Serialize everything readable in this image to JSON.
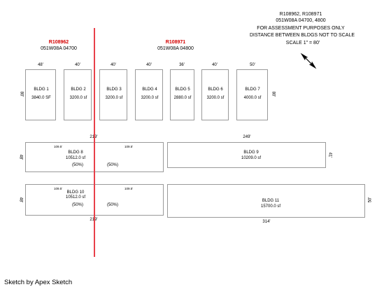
{
  "header": {
    "parcels_line": "R108962, R108971",
    "map_line": "051W08A 04700, 4800",
    "note_line": "FOR ASSESSMENT PURPOSES ONLY",
    "distance_line": "DISTANCE BETWEEN BLDGS NOT TO SCALE",
    "scale_line": "SCALE 1\" = 80'"
  },
  "parcels": [
    {
      "id": "R108962",
      "map": "051W08A 04700"
    },
    {
      "id": "R108971",
      "map": "051W08A 04800"
    }
  ],
  "buildings": [
    {
      "name": "BLDG 1",
      "area": "3840.0 SF",
      "top_dim": "48'",
      "side_dim": "80'"
    },
    {
      "name": "BLDG 2",
      "area": "3200.0 sf",
      "top_dim": "40'"
    },
    {
      "name": "BLDG 3",
      "area": "3200.0 sf",
      "top_dim": "40'"
    },
    {
      "name": "BLDG 4",
      "area": "3200.0 sf",
      "top_dim": "40'"
    },
    {
      "name": "BLDG 5",
      "area": "2880.0 sf",
      "top_dim": "36'"
    },
    {
      "name": "BLDG 6",
      "area": "3200.0 sf",
      "top_dim": "40'"
    },
    {
      "name": "BLDG 7",
      "area": "4000.0 sf",
      "top_dim": "50'",
      "side_dim": "80'"
    },
    {
      "name": "BLDG 8",
      "area": "10512.0 sf",
      "top_dim": "219'",
      "side_dim": "48'",
      "split_left": "(50%)",
      "split_right": "(50%)",
      "half_dim_left": "109.5'",
      "half_dim_right": "109.5'"
    },
    {
      "name": "BLDG 9",
      "area": "10209.0 sf",
      "top_dim": "249'",
      "side_dim": "41'"
    },
    {
      "name": "BLDG 10",
      "area": "10512.0 sf",
      "bottom_dim": "219'",
      "side_dim": "48'",
      "split_left": "(50%)",
      "split_right": "(50%)",
      "half_dim_left": "109.5'",
      "half_dim_right": "109.5'"
    },
    {
      "name": "BLDG 11",
      "area": "15700.0 sf",
      "bottom_dim": "314'",
      "side_dim": "50'"
    }
  ],
  "footer": "Sketch by Apex Sketch",
  "colors": {
    "divider": "#e8404a",
    "parcel_label": "#d40000",
    "outline": "#9a9a9a"
  }
}
